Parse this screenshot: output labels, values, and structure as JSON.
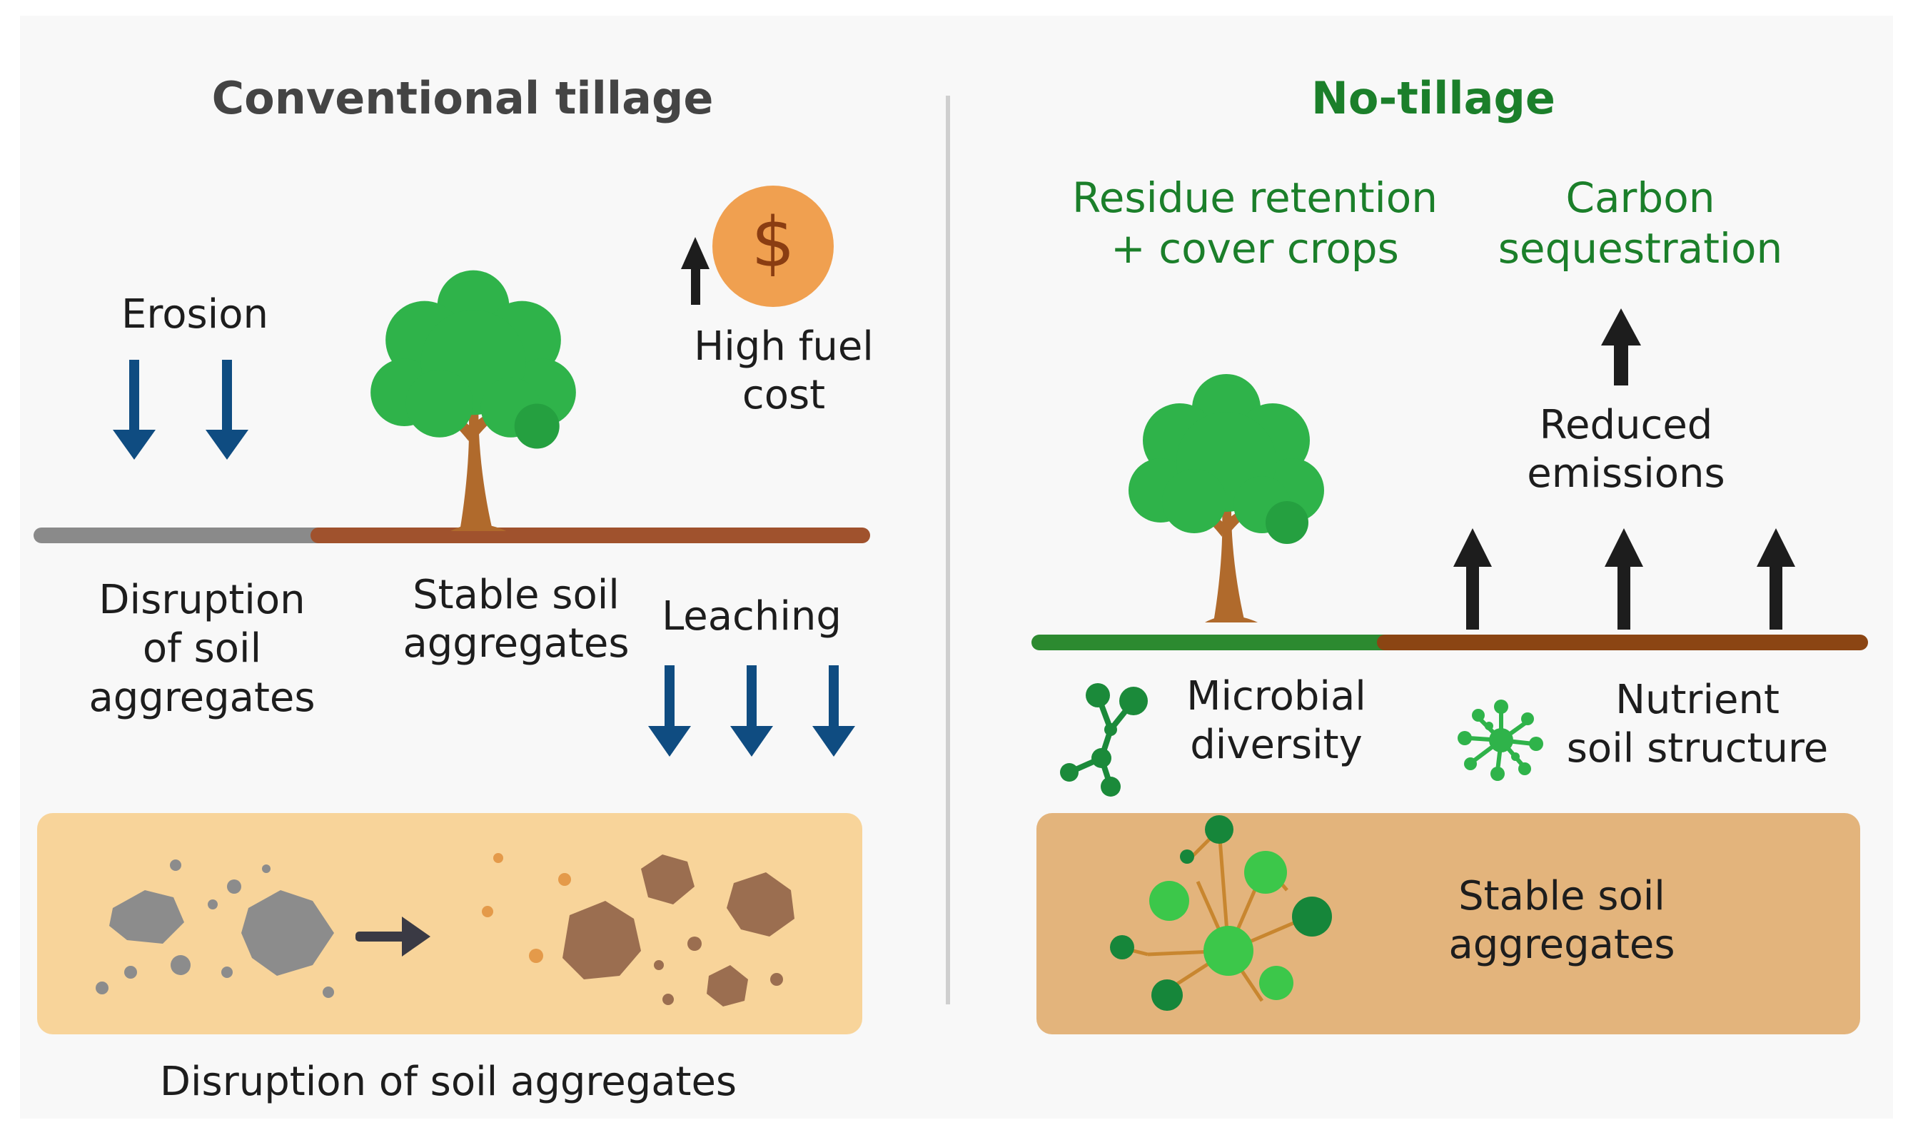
{
  "left_panel": {
    "title": "Conventional tillage",
    "erosion_label": "Erosion",
    "fuel_cost_label": "High fuel\ncost",
    "fuel_icon_symbol": "$",
    "disruption_label": "Disruption\nof soil\naggregates",
    "stable_label": "Stable soil\naggregates",
    "leaching_label": "Leaching",
    "bottom_caption": "Disruption of soil aggregates"
  },
  "right_panel": {
    "title": "No-tillage",
    "residue_label": "Residue retention\n+ cover crops",
    "carbon_label": "Carbon\nsequestration",
    "emissions_label": "Reduced\nemissions",
    "microbial_label": "Microbial\ndiversity",
    "nutrient_label": "Nutrient\nsoil structure",
    "stable_label": "Stable soil\naggregates"
  },
  "colors": {
    "title_gray": "#444444",
    "title_green": "#1b7f2a",
    "down_arrow_blue": "#0f4c81",
    "tree_green": "#2fb34a",
    "trunk_brown": "#b06a2c",
    "soil_brown": "#a0522d",
    "gray_ground": "#8a8a8a",
    "coin_orange": "#f0a050",
    "soil_box_light": "#f8d49a",
    "soil_box_dark": "#e3b47c"
  }
}
